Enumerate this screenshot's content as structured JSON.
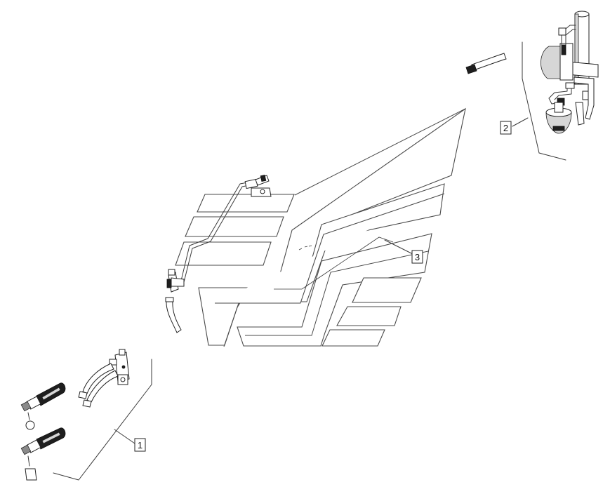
{
  "callouts": [
    {
      "id": "callout-1",
      "label": "1"
    },
    {
      "id": "callout-2",
      "label": "2"
    },
    {
      "id": "callout-3",
      "label": "3"
    }
  ],
  "icons": {
    "plate": "tractor-side-panel-outline",
    "pipe": "hydraulic-pipe",
    "couplers": "quick-coupler-handles",
    "valve": "hydraulic-valve-accumulator"
  }
}
